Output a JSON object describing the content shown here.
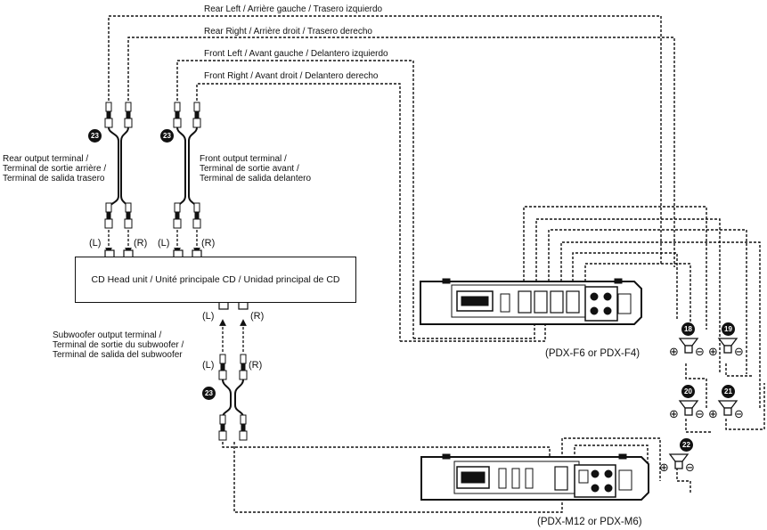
{
  "channels": {
    "rear_left": "Rear Left / Arrière gauche / Trasero izquierdo",
    "rear_right": "Rear Right / Arrière droit / Trasero derecho",
    "front_left": "Front Left / Avant gauche / Delantero izquierdo",
    "front_right": "Front Right / Avant droit / Delantero derecho"
  },
  "terminals": {
    "rear": [
      "Rear output terminal /",
      "Terminal de sortie arrière /",
      "Terminal de salida trasero"
    ],
    "front": [
      "Front output terminal /",
      "Terminal de sortie avant /",
      "Terminal de salida delantero"
    ],
    "subwoofer": [
      "Subwoofer output terminal /",
      "Terminal de sortie du subwoofer /",
      "Terminal de salida del subwoofer"
    ]
  },
  "head_unit": "CD Head unit / Unité principale CD / Unidad principal de CD",
  "lr": {
    "left": "(L)",
    "right": "(R)"
  },
  "cable_ref": "23",
  "speaker_refs": [
    "18",
    "19",
    "20",
    "21",
    "22"
  ],
  "polarity": {
    "plus": "⊕",
    "minus": "⊖"
  },
  "amps": {
    "top_model": "(PDX-F6 or PDX-F4)",
    "bottom_model": "(PDX-M12 or PDX-M6)"
  },
  "colors": {
    "line": "#111111",
    "amp_body": "#ffffff"
  }
}
